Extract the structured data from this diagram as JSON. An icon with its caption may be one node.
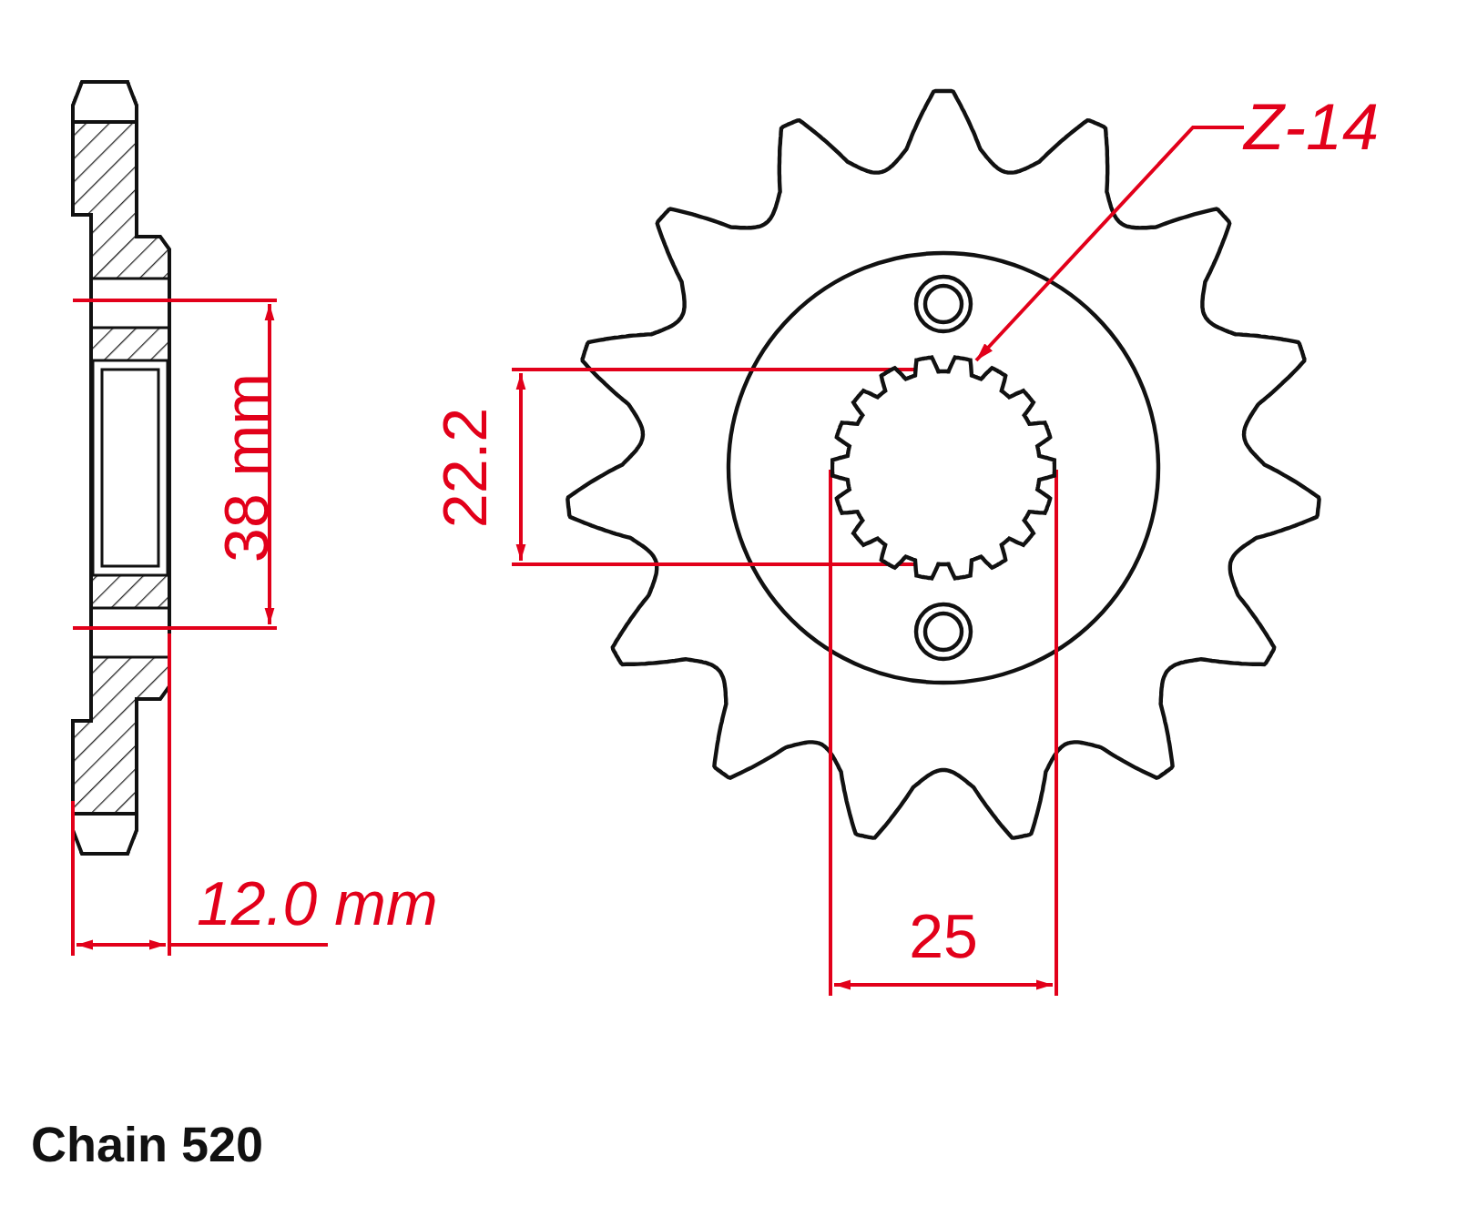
{
  "diagram": {
    "nodes": [
      {
        "text": [
          "Z-14"
        ]
      },
      {
        "text": [],
        "shape": "picture"
      }
    ],
    "edges": [
      {
        "from": 0,
        "to": 1,
        "arrow": "to"
      }
    ],
    "labels": [
      "38 mm",
      "22.2",
      "12.0 mm",
      "25",
      "Chain 520"
    ]
  }
}
